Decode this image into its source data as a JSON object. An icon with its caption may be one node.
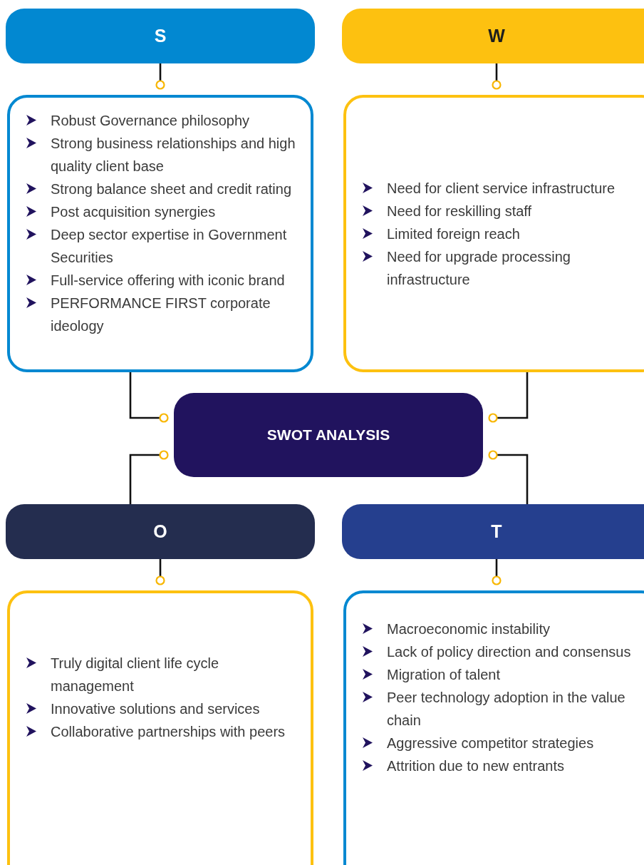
{
  "diagram": {
    "nodes": [
      {
        "text": [
          "S"
        ]
      },
      {
        "text": [
          "Robust Governance philosophy",
          "Strong business relationships and high quality client base",
          "Strong balance sheet and credit rating",
          "Post acquisition synergies",
          "Deep sector expertise in Government Securities",
          "Full-service offering with iconic brand",
          "PERFORMANCE FIRST corporate ideology"
        ]
      },
      {
        "text": [
          "W"
        ]
      },
      {
        "text": [
          "Need for client service infrastructure",
          "Need for reskilling staff",
          "Limited foreign reach",
          "Need for upgrade processing infrastructure"
        ]
      },
      {
        "text": [
          "SWOT ANALYSIS"
        ]
      },
      {
        "text": [
          "O"
        ]
      },
      {
        "text": [
          "Truly digital client  life cycle management",
          "Innovative solutions and services",
          "Collaborative partnerships with peers"
        ]
      },
      {
        "text": [
          "T"
        ]
      },
      {
        "text": [
          "Macroeconomic instability",
          "Lack of policy direction and consensus",
          "Migration of talent",
          "Peer technology adoption in the value chain",
          "Aggressive competitor strategies",
          "Attrition due to new entrants"
        ]
      }
    ],
    "edges": [
      {
        "from": 0,
        "to": 1,
        "arrow": "other"
      },
      {
        "from": 2,
        "to": 3,
        "arrow": "other"
      },
      {
        "from": 5,
        "to": 6,
        "arrow": "other"
      },
      {
        "from": 7,
        "to": 8,
        "arrow": "other"
      },
      {
        "from": 1,
        "to": 4,
        "arrow": "other"
      },
      {
        "from": 3,
        "to": 4,
        "arrow": "other"
      },
      {
        "from": 5,
        "to": 4,
        "arrow": "other"
      },
      {
        "from": 7,
        "to": 4,
        "arrow": "other"
      }
    ]
  }
}
